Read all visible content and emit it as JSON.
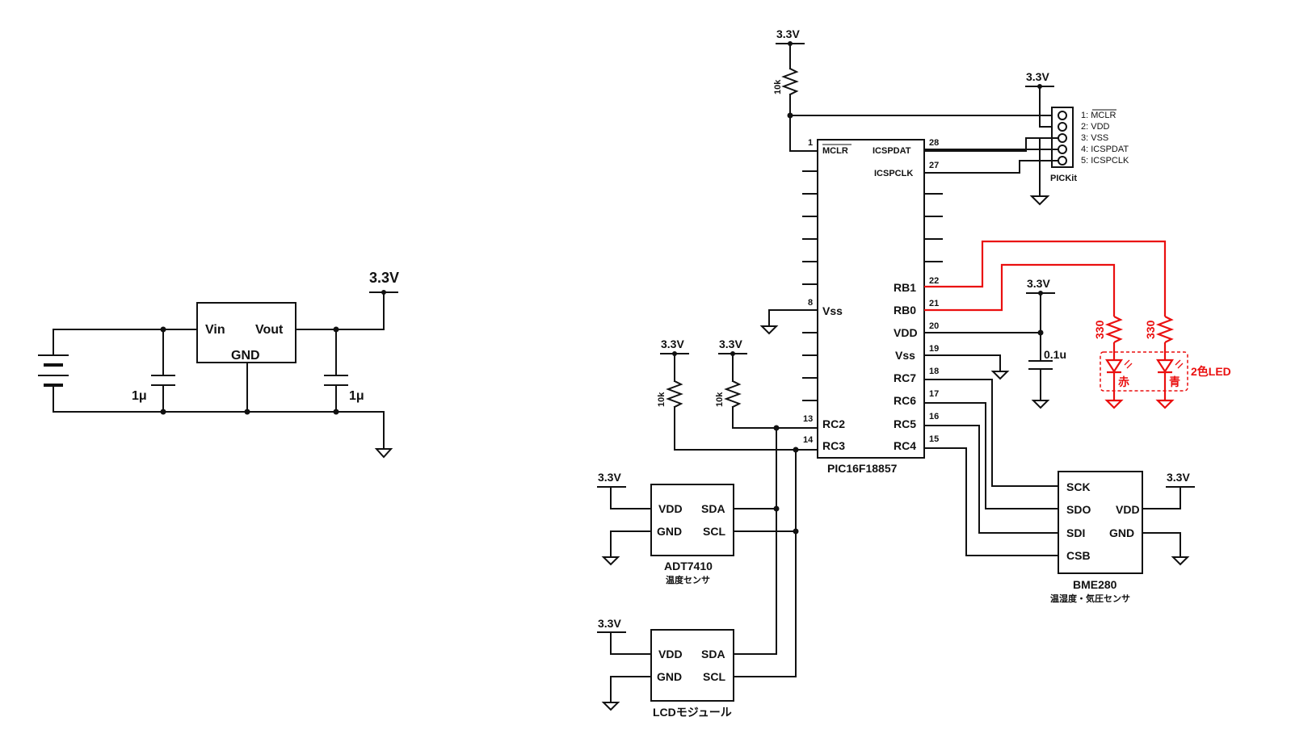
{
  "power": {
    "v33": "3.3V",
    "cap1": "1μ",
    "cap2": "1μ"
  },
  "regulator": {
    "vin": "Vin",
    "vout": "Vout",
    "gnd": "GND"
  },
  "mcu": {
    "name": "PIC16F18857",
    "pins_left": [
      {
        "num": "1",
        "label": "MCLR"
      },
      {
        "num": "8",
        "label": "Vss"
      },
      {
        "num": "13",
        "label": "RC2"
      },
      {
        "num": "14",
        "label": "RC3"
      }
    ],
    "pins_right": [
      {
        "num": "28",
        "label": "ICSPDAT"
      },
      {
        "num": "27",
        "label": "ICSPCLK"
      },
      {
        "num": "22",
        "label": "RB1"
      },
      {
        "num": "21",
        "label": "RB0"
      },
      {
        "num": "20",
        "label": "VDD"
      },
      {
        "num": "19",
        "label": "Vss"
      },
      {
        "num": "18",
        "label": "RC7"
      },
      {
        "num": "17",
        "label": "RC6"
      },
      {
        "num": "16",
        "label": "RC5"
      },
      {
        "num": "15",
        "label": "RC4"
      }
    ]
  },
  "pickit": {
    "name": "PICKit",
    "pins": [
      "1: MCLR",
      "2: VDD",
      "3: VSS",
      "4: ICSPDAT",
      "5: ICSPCLK"
    ]
  },
  "resistors": {
    "pullup_mclr": "10k",
    "pullup_sda": "10k",
    "pullup_scl": "10k",
    "led_r1": "330",
    "led_r2": "330"
  },
  "decoupling": "0.1u",
  "led": {
    "label": "2色LED",
    "red": "赤",
    "blue": "青"
  },
  "adt7410": {
    "name": "ADT7410",
    "desc": "温度センサ",
    "vdd": "VDD",
    "gnd": "GND",
    "sda": "SDA",
    "scl": "SCL"
  },
  "lcd": {
    "name": "LCDモジュール",
    "vdd": "VDD",
    "gnd": "GND",
    "sda": "SDA",
    "scl": "SCL"
  },
  "bme280": {
    "name": "BME280",
    "desc": "温湿度・気圧センサ",
    "sck": "SCK",
    "sdo": "SDO",
    "sdi": "SDI",
    "csb": "CSB",
    "vdd": "VDD",
    "gnd": "GND"
  },
  "colors": {
    "wire": "#111111",
    "led_wire": "#ea0f0f"
  }
}
